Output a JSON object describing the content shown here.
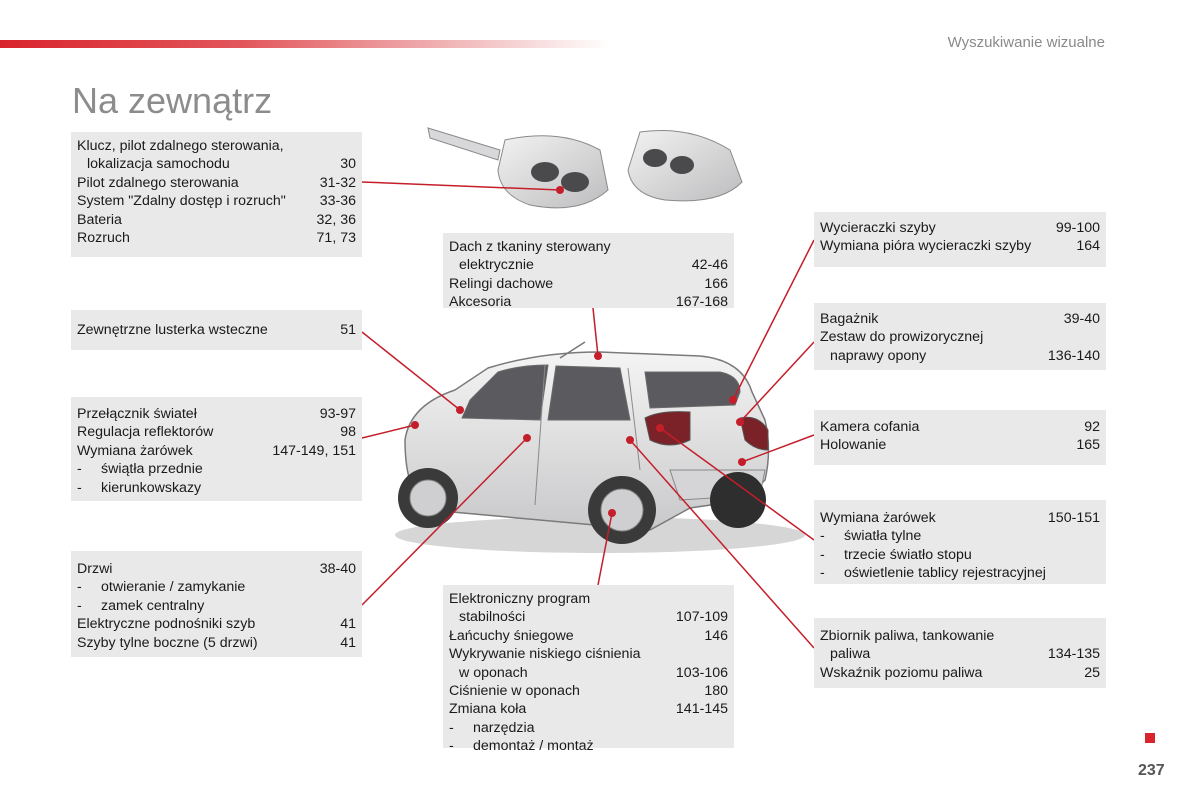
{
  "header": {
    "section_title": "Wyszukiwanie wizualne",
    "page_heading": "Na zewnątrz"
  },
  "boxes": {
    "keys": {
      "r0_l1": "Klucz, pilot zdalnego sterowania,",
      "r0_l2": "lokalizacja samochodu",
      "r0_p": "30",
      "r1_t": "Pilot zdalnego sterowania",
      "r1_p": "31-32",
      "r2_t": "System \"Zdalny dostęp i rozruch\"",
      "r2_p": "33-36",
      "r3_t": "Bateria",
      "r3_p": "32, 36",
      "r4_t": "Rozruch",
      "r4_p": "71, 73"
    },
    "mirrors": {
      "r0_t": "Zewnętrzne lusterka wsteczne",
      "r0_p": "51"
    },
    "lights": {
      "r0_t": "Przełącznik świateł",
      "r0_p": "93-97",
      "r1_t": "Regulacja reflektorów",
      "r1_p": "98",
      "r2_t": "Wymiana żarówek",
      "r2_p": "147-149, 151",
      "b1": "świątła przednie",
      "b2": "kierunkowskazy"
    },
    "doors": {
      "r0_t": "Drzwi",
      "r0_p": "38-40",
      "b1": "otwieranie / zamykanie",
      "b2": "zamek centralny",
      "r1_t": "Elektryczne podnośniki szyb",
      "r1_p": "41",
      "r2_t": "Szyby tylne boczne (5 drzwi)",
      "r2_p": "41"
    },
    "roof": {
      "r0_l1": "Dach z tkaniny sterowany",
      "r0_l2": "elektrycznie",
      "r0_p": "42-46",
      "r1_t": "Relingi dachowe",
      "r1_p": "166",
      "r2_t": "Akcesoria",
      "r2_p": "167-168"
    },
    "wheels": {
      "r0_l1": "Elektroniczny program",
      "r0_l2": "stabilności",
      "r0_p": "107-109",
      "r1_t": "Łańcuchy śniegowe",
      "r1_p": "146",
      "r2_l1": "Wykrywanie niskiego ciśnienia",
      "r2_l2": "w oponach",
      "r2_p": "103-106",
      "r3_t": "Ciśnienie w oponach",
      "r3_p": "180",
      "r4_t": "Zmiana koła",
      "r4_p": "141-145",
      "b1": "narzędzia",
      "b2": "demontaż / montaż"
    },
    "wipers": {
      "r0_t": "Wycieraczki szyby",
      "r0_p": "99-100",
      "r1_t": "Wymiana pióra wycieraczki szyby",
      "r1_p": "164"
    },
    "boot": {
      "r0_t": "Bagażnik",
      "r0_p": "39-40",
      "r1_l1": "Zestaw do prowizorycznej",
      "r1_l2": "naprawy opony",
      "r1_p": "136-140"
    },
    "camera": {
      "r0_t": "Kamera cofania",
      "r0_p": "92",
      "r1_t": "Holowanie",
      "r1_p": "165"
    },
    "rear_bulbs": {
      "r0_t": "Wymiana żarówek",
      "r0_p": "150-151",
      "b1": "światła tylne",
      "b2": "trzecie światło stopu",
      "b3": "oświetlenie tablicy rejestracyjnej"
    },
    "fuel": {
      "r0_l1": "Zbiornik paliwa, tankowanie",
      "r0_l2": "paliwa",
      "r0_p": "134-135",
      "r1_t": "Wskaźnik poziomu paliwa",
      "r1_p": "25"
    }
  },
  "bullet_dash": "-",
  "footer": {
    "page_number": "237"
  },
  "colors": {
    "accent": "#d9242c",
    "box_bg": "#e9e9ea",
    "heading": "#8c8c8c"
  }
}
